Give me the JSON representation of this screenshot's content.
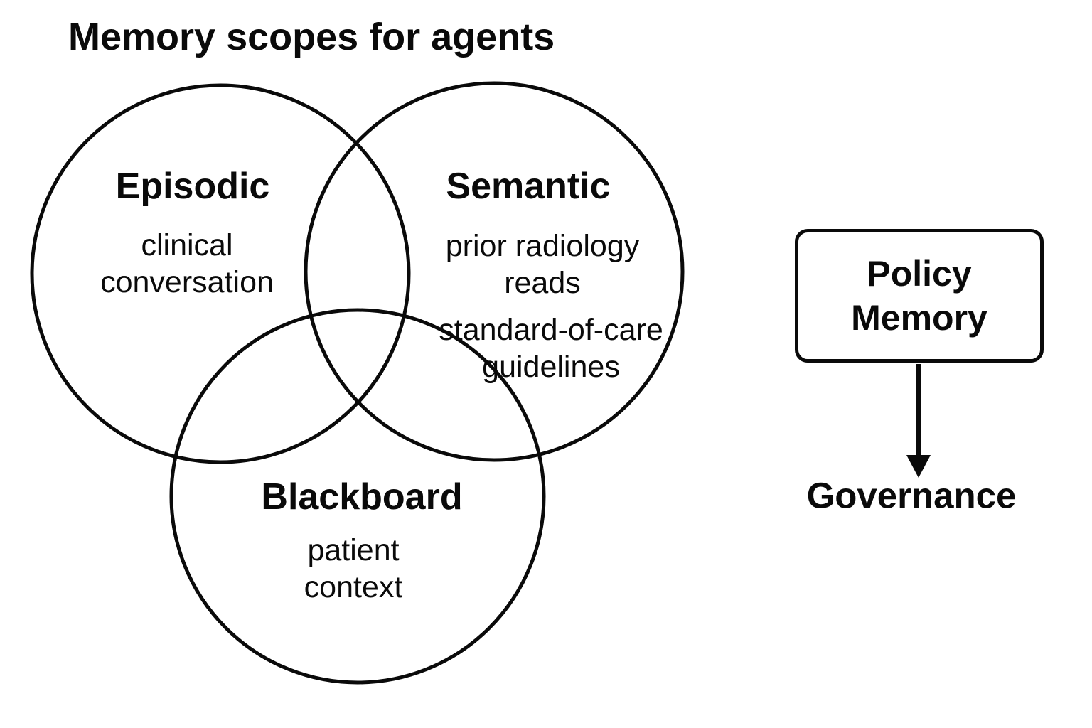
{
  "title": "Memory scopes for agents",
  "venn": {
    "episodic": {
      "label": "Episodic",
      "description_lines": [
        "clinical",
        "conversation"
      ]
    },
    "semantic": {
      "label": "Semantic",
      "items": [
        {
          "lines": [
            "prior radiology",
            "reads"
          ]
        },
        {
          "lines": [
            "standard-of-care",
            "guidelines"
          ]
        }
      ]
    },
    "blackboard": {
      "label": "Blackboard",
      "description_lines": [
        "patient",
        "context"
      ]
    }
  },
  "policy": {
    "box_label_lines": [
      "Policy",
      "Memory"
    ],
    "target_label": "Governance"
  },
  "colors": {
    "ink": "#0a0a0a",
    "background": "#ffffff"
  }
}
